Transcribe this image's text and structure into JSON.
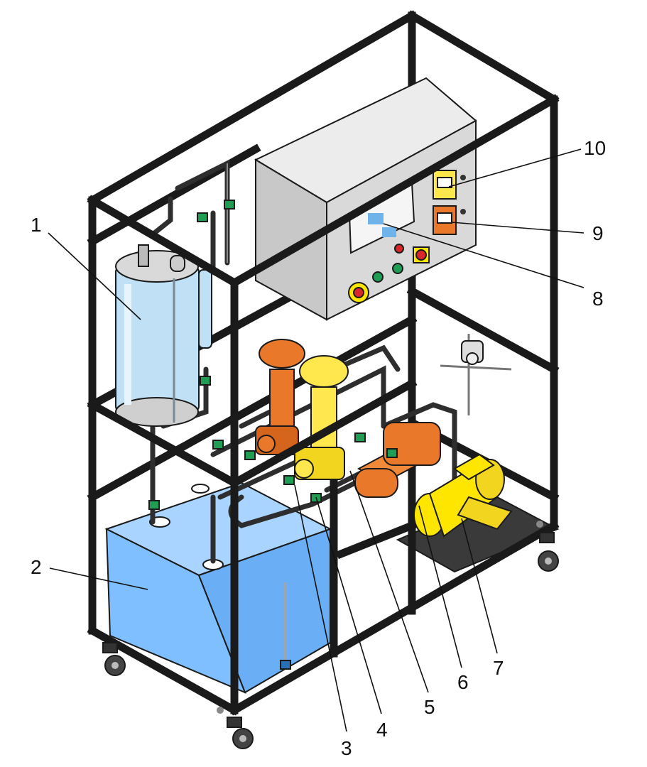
{
  "colors": {
    "frame": "#1a1a1a",
    "tank_blue": "#7fbfff",
    "vessel_blue": "#bfe0f5",
    "cabinet_grey": "#d9d9d9",
    "pump_orange": "#e9782a",
    "pump_yellow": "#ffe84d",
    "fitting_green": "#1f9d55",
    "motor_yellow": "#ffe600"
  },
  "callouts": [
    {
      "label": "1"
    },
    {
      "label": "2"
    },
    {
      "label": "3"
    },
    {
      "label": "4"
    },
    {
      "label": "5"
    },
    {
      "label": "6"
    },
    {
      "label": "7"
    },
    {
      "label": "8"
    },
    {
      "label": "9"
    },
    {
      "label": "10"
    }
  ]
}
